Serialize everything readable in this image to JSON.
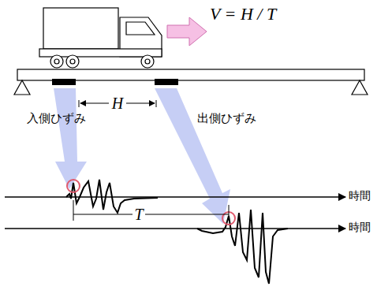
{
  "diagram": {
    "labels": [
      "V = H / T",
      "H",
      "入側ひずみ",
      "出側ひずみ",
      "時間",
      "時間",
      "T"
    ]
  }
}
